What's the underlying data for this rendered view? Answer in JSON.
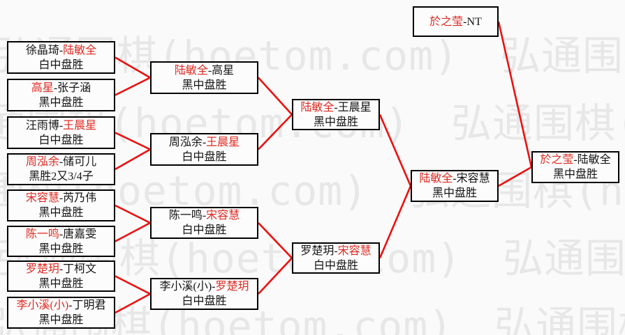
{
  "ui": {
    "dash": "-"
  },
  "watermark": {
    "text": "弘通围棋(hoetom.com)"
  },
  "colors": {
    "winner_red": "#e02a22",
    "connector_red": "#ee0f0f",
    "box_border": "#000000",
    "box_text": "#141414",
    "watermark_gray": "#e7e7e7",
    "background": "#fafafa"
  },
  "bracket": {
    "boxes": {
      "r1m1": {
        "p1": "徐晶琦",
        "p2": "陆敏全",
        "winner": 2,
        "result": "白中盘胜"
      },
      "r1m2": {
        "p1": "高星",
        "p2": "张子涵",
        "winner": 1,
        "result": "黑中盘胜"
      },
      "r1m3": {
        "p1": "汪雨博",
        "p2": "王晨星",
        "winner": 2,
        "result": "白中盘胜"
      },
      "r1m4": {
        "p1": "周泓余",
        "p2": "储可儿",
        "winner": 1,
        "result": "黑胜2又3/4子"
      },
      "r1m5": {
        "p1": "宋容慧",
        "p2": "芮乃伟",
        "winner": 1,
        "result": "黑中盘胜"
      },
      "r1m6": {
        "p1": "陈一鸣",
        "p2": "唐嘉雯",
        "winner": 1,
        "result": "黑中盘胜"
      },
      "r1m7": {
        "p1": "罗楚玥",
        "p2": "丁柯文",
        "winner": 1,
        "result": "黑中盘胜"
      },
      "r1m8": {
        "p1": "李小溪(小)",
        "p2": "丁明君",
        "winner": 1,
        "result": "黑中盘胜"
      },
      "r2m1": {
        "p1": "陆敏全",
        "p2": "高星",
        "winner": 1,
        "result": "黑中盘胜"
      },
      "r2m2": {
        "p1": "周泓余",
        "p2": "王晨星",
        "winner": 2,
        "result": "白中盘胜"
      },
      "r2m3": {
        "p1": "陈一鸣",
        "p2": "宋容慧",
        "winner": 2,
        "result": "白中盘胜"
      },
      "r2m4": {
        "p1": "李小溪(小)",
        "p2": "罗楚玥",
        "winner": 2,
        "result": "白中盘胜"
      },
      "sf1": {
        "p1": "陆敏全",
        "p2": "王晨星",
        "winner": 1,
        "result": "黑中盘胜"
      },
      "sf2": {
        "p1": "罗楚玥",
        "p2": "宋容慧",
        "winner": 2,
        "result": "白中盘胜"
      },
      "f1": {
        "p1": "陆敏全",
        "p2": "宋容慧",
        "winner": 1,
        "result": "黑中盘胜"
      },
      "bye": {
        "p1": "於之莹",
        "p2": "NT",
        "winner": 1,
        "result": ""
      },
      "gf": {
        "p1": "於之莹",
        "p2": "陆敏全",
        "winner": 1,
        "result": "黑中盘胜"
      }
    },
    "edges": [
      {
        "from": "r1m1",
        "to": "r2m1"
      },
      {
        "from": "r1m2",
        "to": "r2m1"
      },
      {
        "from": "r1m3",
        "to": "r2m2"
      },
      {
        "from": "r1m4",
        "to": "r2m2"
      },
      {
        "from": "r1m5",
        "to": "r2m3"
      },
      {
        "from": "r1m6",
        "to": "r2m3"
      },
      {
        "from": "r1m7",
        "to": "r2m4"
      },
      {
        "from": "r1m8",
        "to": "r2m4"
      },
      {
        "from": "r2m1",
        "to": "sf1"
      },
      {
        "from": "r2m2",
        "to": "sf1"
      },
      {
        "from": "r2m3",
        "to": "sf2"
      },
      {
        "from": "r2m4",
        "to": "sf2"
      },
      {
        "from": "sf1",
        "to": "f1"
      },
      {
        "from": "sf2",
        "to": "f1"
      },
      {
        "from": "f1",
        "to": "gf"
      },
      {
        "from": "bye",
        "to": "gf"
      }
    ]
  }
}
